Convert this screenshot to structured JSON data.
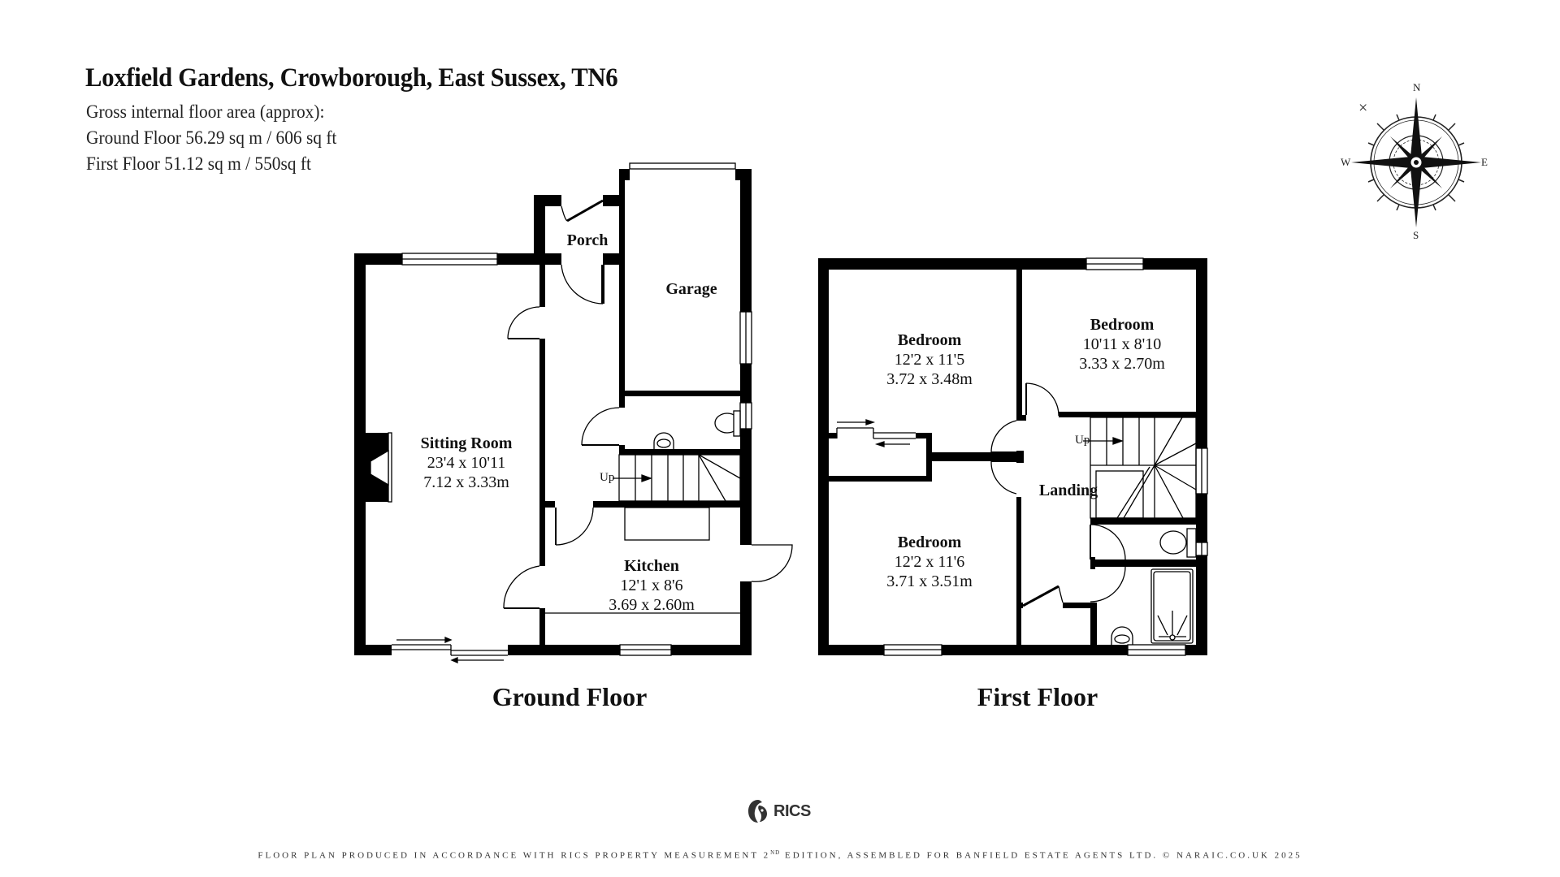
{
  "header": {
    "title": "Loxfield Gardens, Crowborough, East Sussex, TN6",
    "area_heading": "Gross internal floor area (approx):",
    "ground_floor_area": "Ground Floor 56.29 sq m / 606 sq ft",
    "first_floor_area": "First Floor 51.12 sq m / 550sq ft"
  },
  "compass": {
    "north": "N",
    "south": "S",
    "east": "E",
    "west": "W",
    "marker": "×"
  },
  "ground_floor": {
    "title": "Ground Floor",
    "stairs_label": "Up",
    "rooms": [
      {
        "name": "Sitting Room",
        "imperial": "23'4 x 10'11",
        "metric": "7.12 x 3.33m"
      },
      {
        "name": "Porch",
        "imperial": "",
        "metric": ""
      },
      {
        "name": "Garage",
        "imperial": "",
        "metric": ""
      },
      {
        "name": "Kitchen",
        "imperial": "12'1 x 8'6",
        "metric": "3.69 x 2.60m"
      }
    ]
  },
  "first_floor": {
    "title": "First Floor",
    "stairs_label": "Up",
    "rooms": [
      {
        "name": "Bedroom",
        "imperial": "12'2 x 11'5",
        "metric": "3.72 x 3.48m"
      },
      {
        "name": "Bedroom",
        "imperial": "10'11 x 8'10",
        "metric": "3.33 x 2.70m"
      },
      {
        "name": "Landing",
        "imperial": "",
        "metric": ""
      },
      {
        "name": "Bedroom",
        "imperial": "12'2 x 11'6",
        "metric": "3.71 x 3.51m"
      }
    ]
  },
  "logo": {
    "text": "RICS"
  },
  "footer": {
    "text_before": "FLOOR PLAN PRODUCED IN ACCORDANCE WITH RICS PROPERTY MEASUREMENT 2",
    "superscript": "ND",
    "text_after": " EDITION, ASSEMBLED FOR BANFIELD ESTATE AGENTS LTD. © NARAIC.CO.UK 2025"
  }
}
